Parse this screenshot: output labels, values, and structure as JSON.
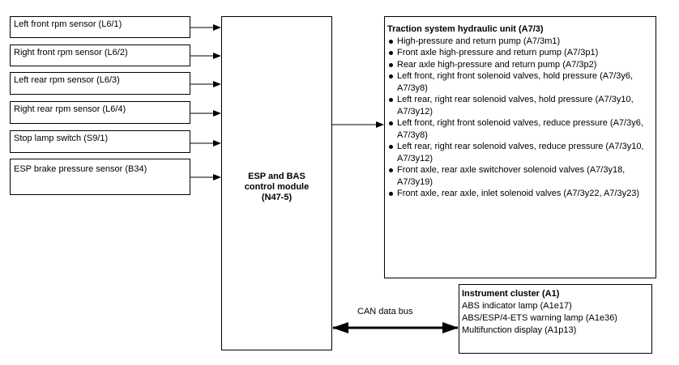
{
  "sensors": [
    {
      "label": "Left front rpm sensor (L6/1)"
    },
    {
      "label": "Right front rpm sensor (L6/2)"
    },
    {
      "label": "Left rear rpm sensor (L6/3)"
    },
    {
      "label": "Right rear rpm sensor (L6/4)"
    },
    {
      "label": "Stop lamp switch (S9/1)"
    },
    {
      "label": "ESP brake pressure sensor (B34)"
    }
  ],
  "module": {
    "line1": "ESP and BAS",
    "line2": "control module",
    "line3": "(N47-5)"
  },
  "hydraulic_unit": {
    "title": "Traction system hydraulic unit (A7/3)",
    "items": [
      "High-pressure and return pump (A7/3m1)",
      "Front axle high-pressure and return pump (A7/3p1)",
      "Rear axle high-pressure and return pump (A7/3p2)",
      "Left front, right front solenoid valves, hold pressure (A7/3y6, A7/3y8)",
      "Left rear, right rear solenoid valves, hold pressure (A7/3y10, A7/3y12)",
      "Left front, right front solenoid valves, reduce pressure (A7/3y6, A7/3y8)",
      "Left rear, right rear solenoid valves, reduce pressure (A7/3y10, A7/3y12)",
      "Front axle, rear axle switchover solenoid valves (A7/3y18, A7/3y19)",
      "Front axle, rear axle, inlet solenoid valves (A7/3y22, A7/3y23)"
    ]
  },
  "instrument_cluster": {
    "title": "Instrument cluster (A1)",
    "items": [
      "ABS indicator lamp (A1e17)",
      "ABS/ESP/4-ETS warning lamp (A1e36)",
      "Multifunction display (A1p13)"
    ]
  },
  "bus": {
    "label": "CAN data bus"
  }
}
